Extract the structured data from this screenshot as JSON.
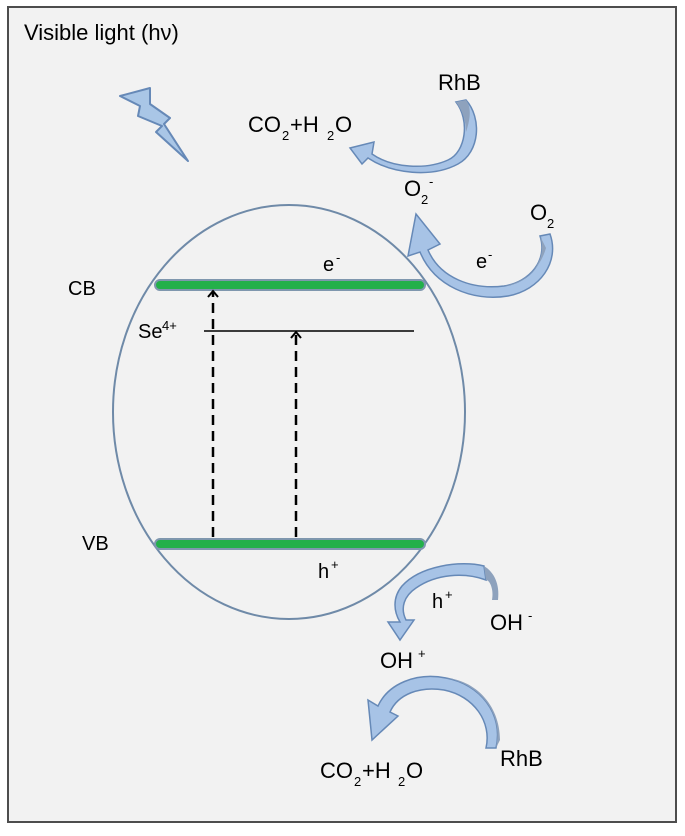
{
  "colors": {
    "page_fill": "#f2f2f2",
    "frame_stroke": "#4d4d4d",
    "ellipse_stroke": "#6f8aa8",
    "band_green": "#23b04a",
    "band_edge": "#7f97ae",
    "arrow_fill": "#a7c3e6",
    "arrow_edge": "#6689b7",
    "arrow_dark": "#8ea2bd",
    "bolt_fill": "#a9c6e6",
    "ink": "#000000"
  },
  "icons": [
    "lightning-bolt-icon",
    "curved-arrow-icon"
  ],
  "labels": {
    "title": "Visible light (hν)",
    "cb": "CB",
    "vb": "VB",
    "se": "Se",
    "se_charge": "4+",
    "electron": "e",
    "electron_charge": "-",
    "hole": "h",
    "hole_charge": "+",
    "top_product_co": "CO",
    "top_product_sub2": "2",
    "top_product_plus_h": "+H",
    "top_product_sub2b": "2",
    "top_product_o": "O",
    "rhb_top": "RhB",
    "o2_minus_base": "O",
    "o2_minus_sub": "2",
    "o2_minus_sup": "-",
    "o2_base": "O",
    "o2_sub": "2",
    "arrow_electron": "e",
    "arrow_electron_charge": "-",
    "arrow_hole": "h",
    "arrow_hole_charge": "+",
    "oh_minus_base": "OH",
    "oh_minus_sup": "-",
    "oh_radical_base": "OH",
    "oh_radical_sup": "+",
    "bottom_product_co": "CO",
    "bottom_product_sub2": "2",
    "bottom_product_rest": "+H",
    "bottom_product_sub2b": "2",
    "bottom_product_o": "O",
    "rhb_bottom": "RhB"
  }
}
